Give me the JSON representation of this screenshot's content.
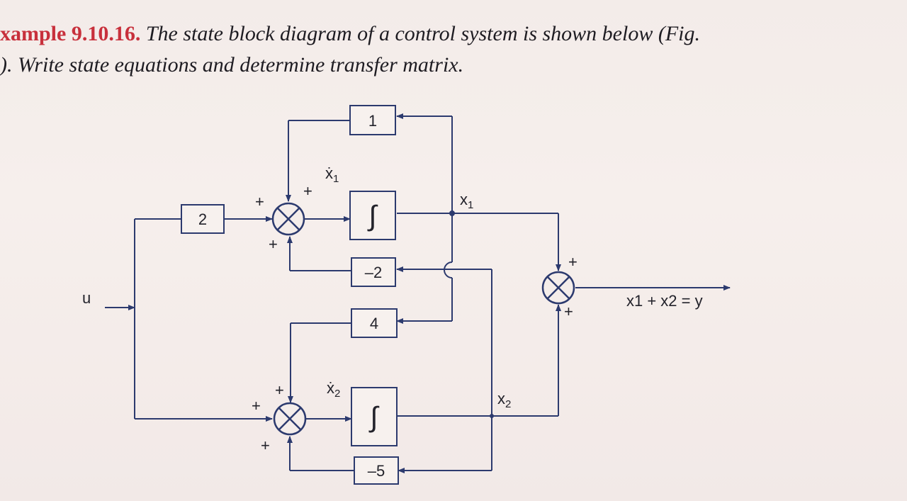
{
  "heading": {
    "example_number": "xample 9.10.16.",
    "line1_text": " The state block diagram of a control system is shown below (Fig.",
    "line2_text": "). Write state equations and determine transfer matrix."
  },
  "diagram": {
    "input_label": "u",
    "output_label": "x1 + x2 = y",
    "blocks": {
      "gain_1": "1",
      "gain_2": "2",
      "gain_neg2": "–2",
      "gain_4": "4",
      "gain_neg5": "–5",
      "integrator_top": "∫",
      "integrator_bottom": "∫"
    },
    "signals": {
      "x1_dot": "ẋ",
      "x1_dot_sub": "1",
      "x2_dot": "ẋ",
      "x2_dot_sub": "2",
      "x1": "x",
      "x1_sub": "1",
      "x2": "x",
      "x2_sub": "2"
    },
    "signs": {
      "plus": "+"
    }
  },
  "colors": {
    "wire": "#2c3a6e",
    "text": "#1e1c22",
    "accent": "#c8303c"
  }
}
